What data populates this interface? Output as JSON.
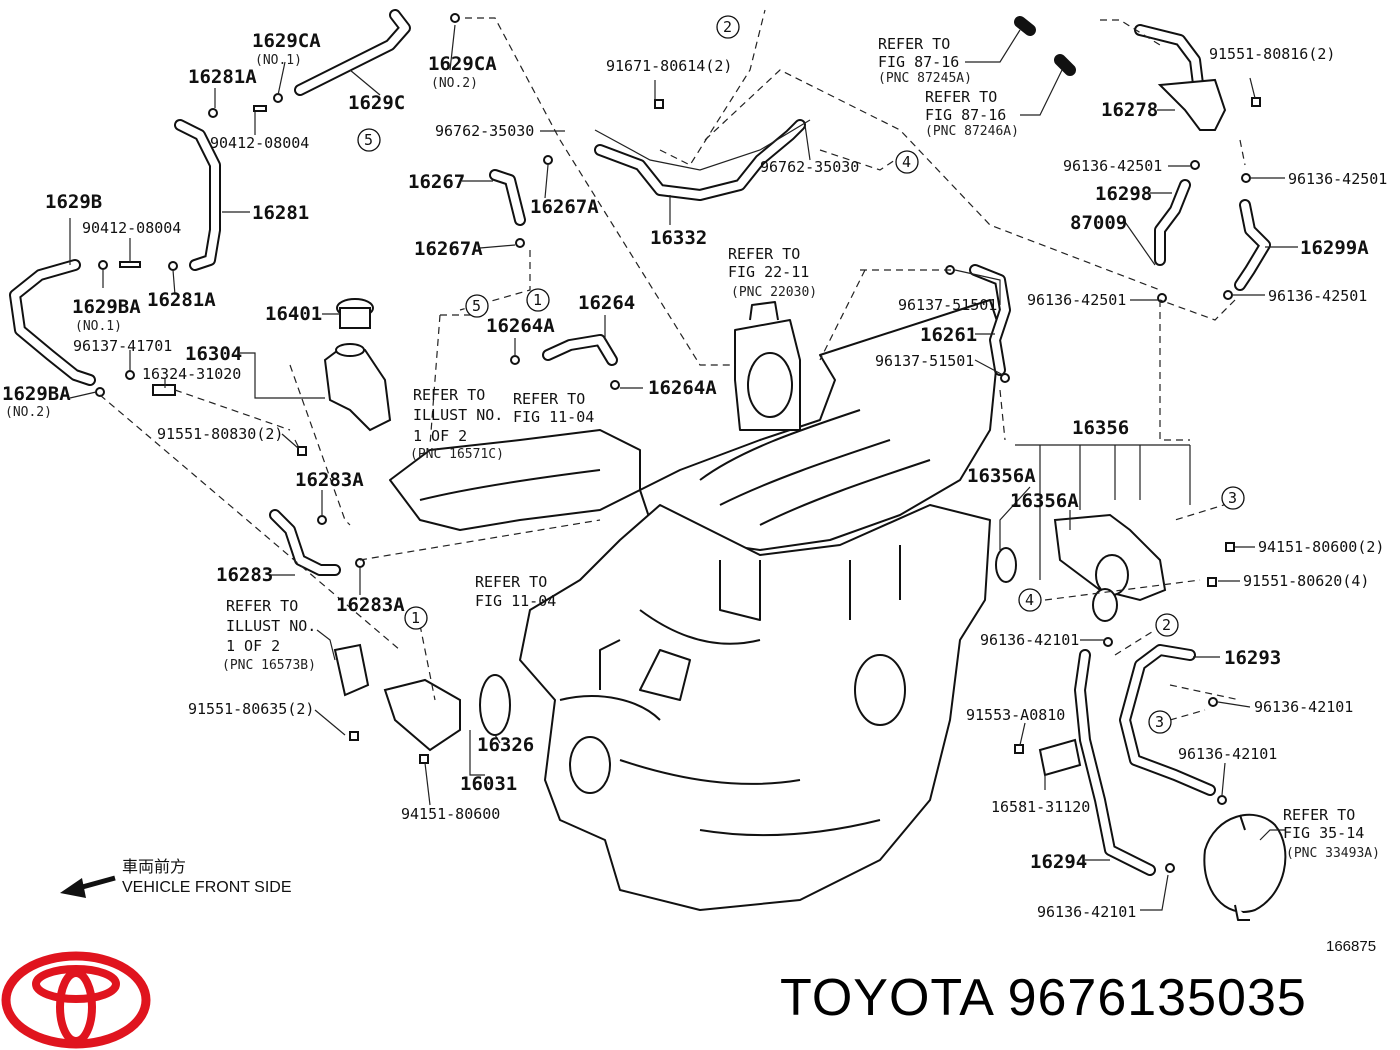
{
  "diagram_number": "166875",
  "footer": {
    "brand": "TOYOTA",
    "part_number": "9676135035"
  },
  "front_note": {
    "jp": "車両前方",
    "en": "VEHICLE FRONT SIDE"
  },
  "callouts": [
    {
      "text": "1629CA",
      "sub": "(NO.1)"
    },
    {
      "text": "1629CA",
      "sub": "(NO.2)"
    },
    {
      "text": "16281A"
    },
    {
      "text": "1629C"
    },
    {
      "text": "90412-08004"
    },
    {
      "text": "16281"
    },
    {
      "text": "1629B"
    },
    {
      "text": "90412-08004"
    },
    {
      "text": "1629BA",
      "sub": "(NO.1)"
    },
    {
      "text": "16281A"
    },
    {
      "text": "96137-41701"
    },
    {
      "text": "16324-31020"
    },
    {
      "text": "1629BA",
      "sub": "(NO.2)"
    },
    {
      "text": "16401"
    },
    {
      "text": "16304"
    },
    {
      "text": "91551-80830(2)"
    },
    {
      "text": "16283A"
    },
    {
      "text": "16283"
    },
    {
      "text": "16283A"
    },
    {
      "text": "91551-80635(2)"
    },
    {
      "text": "94151-80600"
    },
    {
      "text": "16031"
    },
    {
      "text": "16326"
    },
    {
      "text": "16267"
    },
    {
      "text": "16267A"
    },
    {
      "text": "16267A"
    },
    {
      "text": "96762-35030"
    },
    {
      "text": "91671-80614(2)"
    },
    {
      "text": "16332"
    },
    {
      "text": "96762-35030"
    },
    {
      "text": "16264A"
    },
    {
      "text": "16264"
    },
    {
      "text": "16264A"
    },
    {
      "text": "91551-80816(2)"
    },
    {
      "text": "16278"
    },
    {
      "text": "96136-42501"
    },
    {
      "text": "96136-42501"
    },
    {
      "text": "16298"
    },
    {
      "text": "87009"
    },
    {
      "text": "16299A"
    },
    {
      "text": "96136-42501"
    },
    {
      "text": "96136-42501"
    },
    {
      "text": "96137-51501"
    },
    {
      "text": "16261"
    },
    {
      "text": "96137-51501"
    },
    {
      "text": "16356"
    },
    {
      "text": "16356A"
    },
    {
      "text": "16356A"
    },
    {
      "text": "94151-80600(2)"
    },
    {
      "text": "91551-80620(4)"
    },
    {
      "text": "96136-42101"
    },
    {
      "text": "16293"
    },
    {
      "text": "96136-42101"
    },
    {
      "text": "91553-A0810"
    },
    {
      "text": "96136-42101"
    },
    {
      "text": "16581-31120"
    },
    {
      "text": "16294"
    },
    {
      "text": "96136-42101"
    }
  ],
  "refers": [
    {
      "lines": [
        "REFER TO",
        "FIG 87-16",
        "(PNC 87245A)"
      ]
    },
    {
      "lines": [
        "REFER TO",
        "FIG 87-16",
        "(PNC 87246A)"
      ]
    },
    {
      "lines": [
        "REFER TO",
        "FIG 22-11",
        "(PNC 22030)"
      ]
    },
    {
      "lines": [
        "REFER TO",
        "ILLUST NO.",
        "1 OF 2",
        "(PNC 16571C)"
      ]
    },
    {
      "lines": [
        "REFER TO",
        "FIG 11-04"
      ]
    },
    {
      "lines": [
        "REFER TO",
        "FIG 11-04"
      ]
    },
    {
      "lines": [
        "REFER TO",
        "ILLUST NO.",
        "1 OF 2",
        "(PNC 16573B)"
      ]
    },
    {
      "lines": [
        "REFER TO",
        "FIG 35-14",
        "(PNC 33493A)"
      ]
    }
  ],
  "circle_markers": [
    "1",
    "1",
    "2",
    "2",
    "3",
    "3",
    "4",
    "4",
    "5",
    "5"
  ],
  "colors": {
    "logo_red": "#e0141e",
    "ink": "#111111"
  }
}
